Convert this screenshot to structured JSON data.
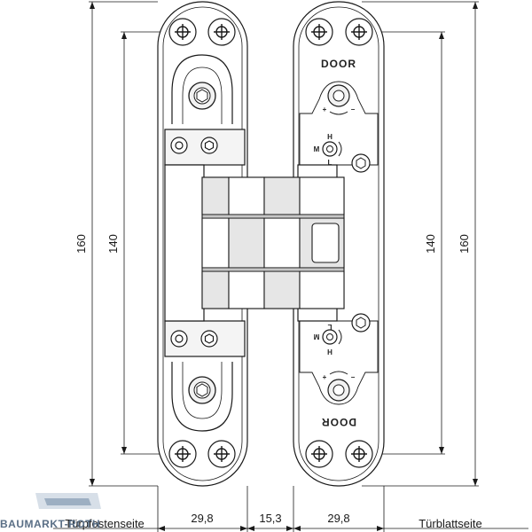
{
  "dimensions": {
    "overall_length_left": "160",
    "screw_spacing_left": "140",
    "overall_length_right": "160",
    "screw_spacing_right": "140",
    "frame_body_width": "29,8",
    "center_gap": "15,3",
    "door_body_width": "29,8"
  },
  "labels": {
    "frame_side": "Türpfostenseite",
    "door_side": "Türblattseite",
    "door_mark_top": "DOOR",
    "door_mark_bottom": "DOOR",
    "height_mark_h": "H",
    "height_mark_m": "M",
    "height_mark_l": "L",
    "height_mark_h_bottom": "H",
    "height_mark_m_bottom": "M",
    "height_mark_l_bottom": "L",
    "lateral_plus": "+",
    "lateral_minus": "−",
    "lateral_plus_bottom": "+",
    "lateral_minus_bottom": "−"
  },
  "watermark": {
    "text": "BAUMARKT-ROTH"
  },
  "colors": {
    "line": "#1a1a1a",
    "body_fill": "#ffffff",
    "shade": "#d9d9d9",
    "watermark": "#5a6f86"
  }
}
